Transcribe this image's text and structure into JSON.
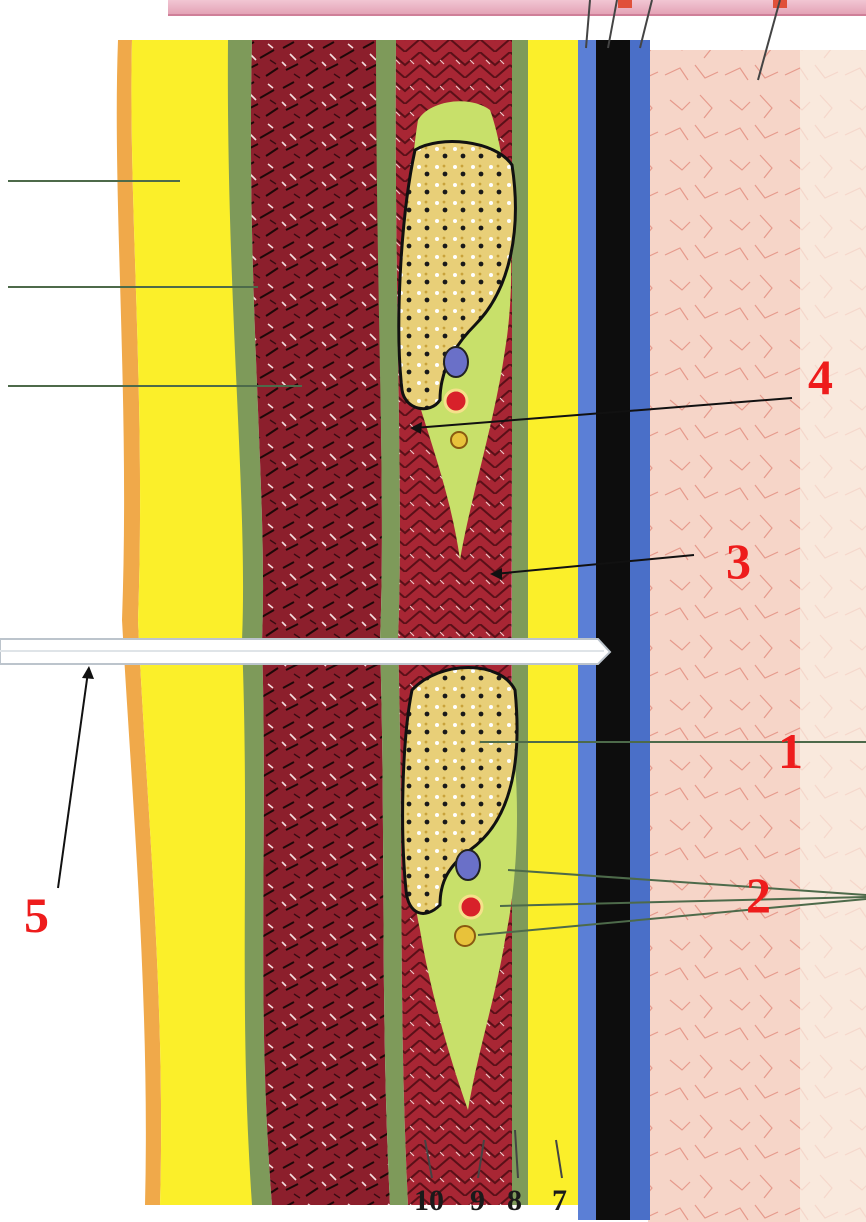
{
  "callouts": {
    "c1": "1",
    "c2": "2",
    "c3": "3",
    "c4": "4",
    "c5": "5"
  },
  "bottom_labels": {
    "b7": "7",
    "b8": "8",
    "b9": "9",
    "b10": "10"
  },
  "colors": {
    "callout_text": "#ee1c1c",
    "yellow_layer": "#fbef2a",
    "muscle_layer": "#8c1f2c",
    "green_membrane": "#7e9a5a",
    "blue_layer": "#5b7fd6",
    "black_layer": "#0d0d0d",
    "tissue_background": "#f7d4c8"
  }
}
